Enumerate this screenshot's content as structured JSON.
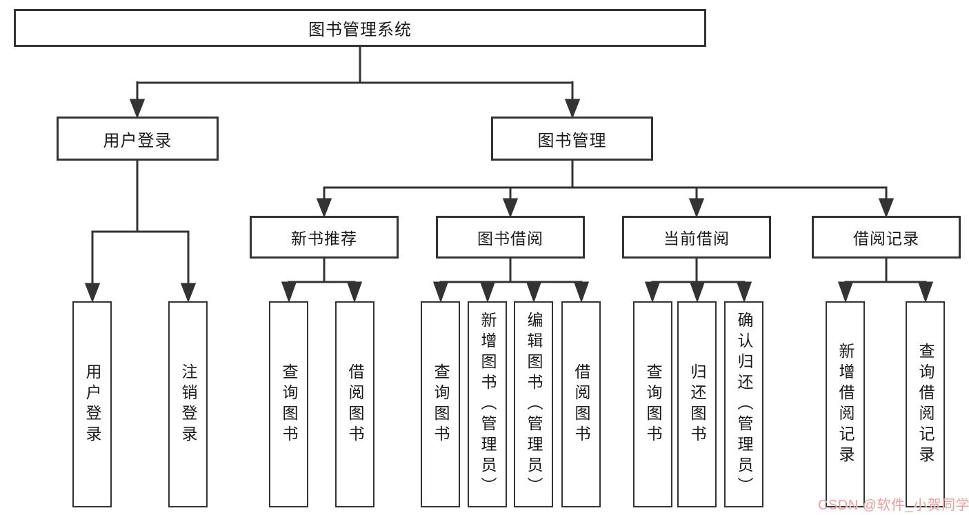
{
  "diagram": {
    "root": {
      "label": "图书管理系统"
    },
    "level2": [
      {
        "label": "用户登录"
      },
      {
        "label": "图书管理"
      }
    ],
    "level3": [
      {
        "label": "新书推荐"
      },
      {
        "label": "图书借阅"
      },
      {
        "label": "当前借阅"
      },
      {
        "label": "借阅记录"
      }
    ],
    "leaves": {
      "user_login": [
        {
          "label": "用户登录"
        },
        {
          "label": "注销登录"
        }
      ],
      "new_books": [
        {
          "label": "查询图书"
        },
        {
          "label": "借阅图书"
        }
      ],
      "book_borrow": [
        {
          "label": "查询图书"
        },
        {
          "label": "新增图书（管理员）"
        },
        {
          "label": "编辑图书（管理员）"
        },
        {
          "label": "借阅图书"
        }
      ],
      "current_borrow": [
        {
          "label": "查询图书"
        },
        {
          "label": "归还图书"
        },
        {
          "label": "确认归还（管理员）"
        }
      ],
      "borrow_records": [
        {
          "label": "新增借阅记录"
        },
        {
          "label": "查询借阅记录"
        }
      ]
    },
    "line_color": "#333333",
    "text_color": "#1a1a1a",
    "background": "#ffffff"
  },
  "watermark": {
    "text": "CSDN @软件_小贺同学",
    "color": "#f59c9c"
  }
}
